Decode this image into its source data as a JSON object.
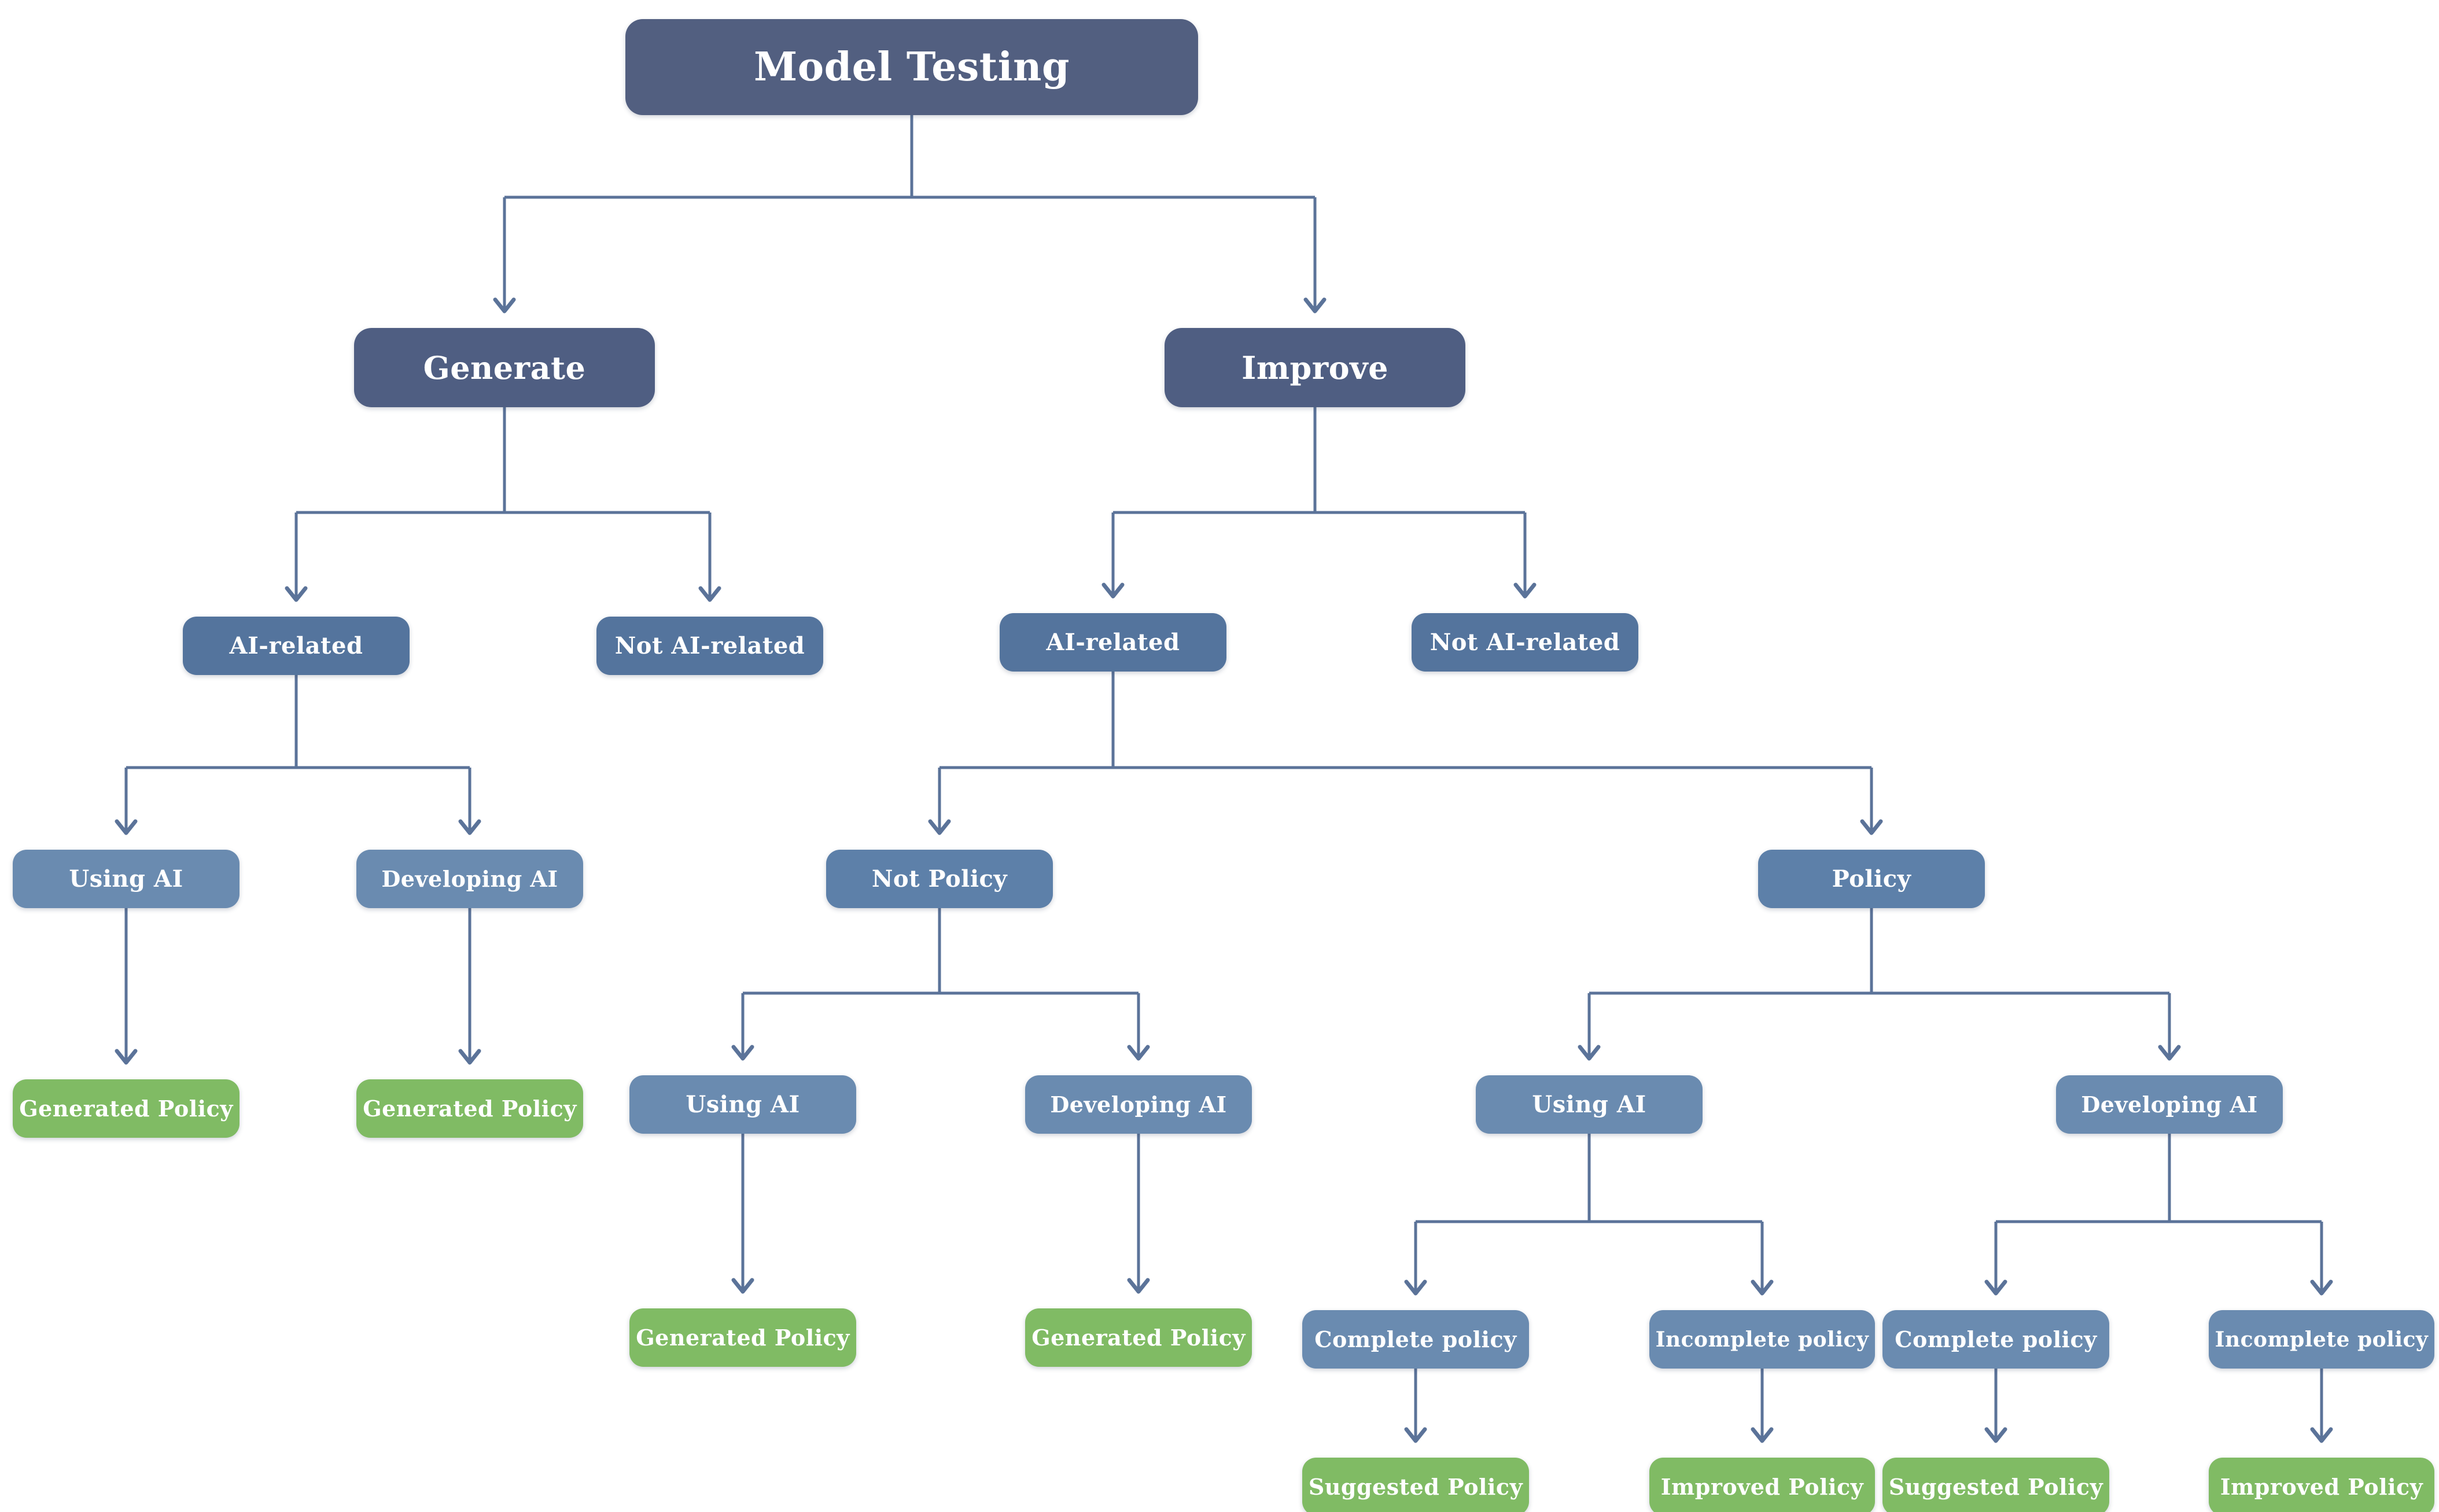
{
  "diagram": {
    "title": "Model Testing",
    "colors": {
      "root": "#525f80",
      "branch": "#4f5e82",
      "category": "#54749d",
      "mid": "#5d80a9",
      "sub": "#6a8bb0",
      "outcome": "#80bb64",
      "connector": "#5b7399",
      "text": "#ffffff",
      "background": "#ffffff"
    },
    "nodes": [
      {
        "id": "model-testing",
        "label": "Model Testing",
        "role": "root"
      },
      {
        "id": "generate",
        "label": "Generate",
        "role": "branch"
      },
      {
        "id": "improve",
        "label": "Improve",
        "role": "branch"
      },
      {
        "id": "generate-ai-related",
        "label": "AI-related",
        "role": "category"
      },
      {
        "id": "generate-not-ai-related",
        "label": "Not AI-related",
        "role": "category"
      },
      {
        "id": "improve-ai-related",
        "label": "AI-related",
        "role": "category"
      },
      {
        "id": "improve-not-ai-related",
        "label": "Not AI-related",
        "role": "category"
      },
      {
        "id": "generate-using-ai",
        "label": "Using AI",
        "role": "sub"
      },
      {
        "id": "generate-developing-ai",
        "label": "Developing AI",
        "role": "sub"
      },
      {
        "id": "not-policy",
        "label": "Not Policy",
        "role": "mid"
      },
      {
        "id": "policy",
        "label": "Policy",
        "role": "mid"
      },
      {
        "id": "generate-using-ai-generated-policy",
        "label": "Generated Policy",
        "role": "outcome"
      },
      {
        "id": "generate-developing-ai-generated-policy",
        "label": "Generated Policy",
        "role": "outcome"
      },
      {
        "id": "not-policy-using-ai",
        "label": "Using AI",
        "role": "sub"
      },
      {
        "id": "not-policy-developing-ai",
        "label": "Developing AI",
        "role": "sub"
      },
      {
        "id": "policy-using-ai",
        "label": "Using AI",
        "role": "sub"
      },
      {
        "id": "policy-developing-ai",
        "label": "Developing AI",
        "role": "sub"
      },
      {
        "id": "not-policy-using-ai-generated-policy",
        "label": "Generated Policy",
        "role": "outcome"
      },
      {
        "id": "not-policy-developing-ai-generated-policy",
        "label": "Generated Policy",
        "role": "outcome"
      },
      {
        "id": "using-ai-complete-policy",
        "label": "Complete policy",
        "role": "sub"
      },
      {
        "id": "using-ai-incomplete-policy",
        "label": "Incomplete policy",
        "role": "sub"
      },
      {
        "id": "developing-ai-complete-policy",
        "label": "Complete policy",
        "role": "sub"
      },
      {
        "id": "developing-ai-incomplete-policy",
        "label": "Incomplete policy",
        "role": "sub"
      },
      {
        "id": "using-ai-suggested-policy",
        "label": "Suggested Policy",
        "role": "outcome"
      },
      {
        "id": "using-ai-improved-policy",
        "label": "Improved Policy",
        "role": "outcome"
      },
      {
        "id": "developing-ai-suggested-policy",
        "label": "Suggested Policy",
        "role": "outcome"
      },
      {
        "id": "developing-ai-improved-policy",
        "label": "Improved Policy",
        "role": "outcome"
      }
    ],
    "edges": [
      {
        "from": "model-testing",
        "to": "generate"
      },
      {
        "from": "model-testing",
        "to": "improve"
      },
      {
        "from": "generate",
        "to": "generate-ai-related"
      },
      {
        "from": "generate",
        "to": "generate-not-ai-related"
      },
      {
        "from": "improve",
        "to": "improve-ai-related"
      },
      {
        "from": "improve",
        "to": "improve-not-ai-related"
      },
      {
        "from": "generate-ai-related",
        "to": "generate-using-ai"
      },
      {
        "from": "generate-ai-related",
        "to": "generate-developing-ai"
      },
      {
        "from": "improve-ai-related",
        "to": "not-policy"
      },
      {
        "from": "improve-ai-related",
        "to": "policy"
      },
      {
        "from": "generate-using-ai",
        "to": "generate-using-ai-generated-policy"
      },
      {
        "from": "generate-developing-ai",
        "to": "generate-developing-ai-generated-policy"
      },
      {
        "from": "not-policy",
        "to": "not-policy-using-ai"
      },
      {
        "from": "not-policy",
        "to": "not-policy-developing-ai"
      },
      {
        "from": "policy",
        "to": "policy-using-ai"
      },
      {
        "from": "policy",
        "to": "policy-developing-ai"
      },
      {
        "from": "not-policy-using-ai",
        "to": "not-policy-using-ai-generated-policy"
      },
      {
        "from": "not-policy-developing-ai",
        "to": "not-policy-developing-ai-generated-policy"
      },
      {
        "from": "policy-using-ai",
        "to": "using-ai-complete-policy"
      },
      {
        "from": "policy-using-ai",
        "to": "using-ai-incomplete-policy"
      },
      {
        "from": "policy-developing-ai",
        "to": "developing-ai-complete-policy"
      },
      {
        "from": "policy-developing-ai",
        "to": "developing-ai-incomplete-policy"
      },
      {
        "from": "using-ai-complete-policy",
        "to": "using-ai-suggested-policy"
      },
      {
        "from": "using-ai-incomplete-policy",
        "to": "using-ai-improved-policy"
      },
      {
        "from": "developing-ai-complete-policy",
        "to": "developing-ai-suggested-policy"
      },
      {
        "from": "developing-ai-incomplete-policy",
        "to": "developing-ai-improved-policy"
      }
    ]
  }
}
